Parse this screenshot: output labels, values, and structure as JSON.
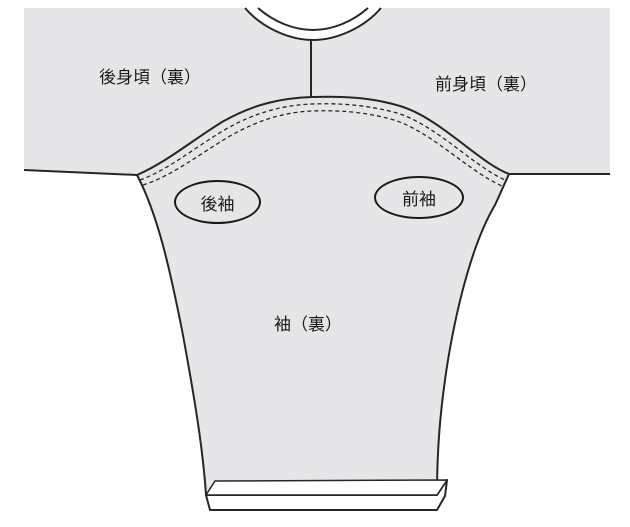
{
  "labels": {
    "back_bodice": "後身頃（裏）",
    "front_bodice": "前身頃（裏）",
    "back_sleeve": "後袖",
    "front_sleeve": "前袖",
    "sleeve": "袖（裏）"
  },
  "colors": {
    "fabric": "#e6e6e8",
    "outline": "#2a2424",
    "background": "#ffffff"
  }
}
